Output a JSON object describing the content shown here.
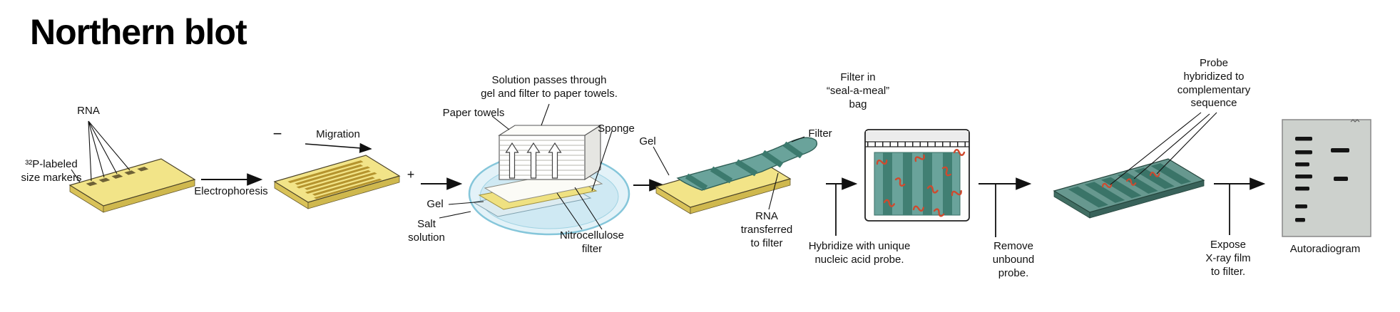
{
  "title": "Northern blot",
  "colors": {
    "gel_yellow": "#f2e488",
    "gel_side": "#d9c258",
    "band_olive": "#b5942e",
    "filter_teal": "#67988f",
    "filter_band": "#3a7468",
    "probe_red": "#cf4a2e",
    "dish_blue": "#cfe9f3",
    "film_gray": "#cdd1cd",
    "band_black": "#141414"
  },
  "sample": {
    "rna": "RNA",
    "markers": "³²P-labeled\nsize markers"
  },
  "electrophoresis": {
    "label": "Electrophoresis",
    "minus": "−",
    "migration": "Migration",
    "plus": "+"
  },
  "blotting": {
    "caption": "Solution passes through\ngel and filter to paper towels.",
    "paper_towels": "Paper towels",
    "sponge": "Sponge",
    "gel": "Gel",
    "salt_solution": "Salt\nsolution",
    "nitrocellulose": "Nitrocellulose\nfilter"
  },
  "transfer": {
    "gel": "Gel",
    "filter": "Filter",
    "note": "RNA\ntransferred\nto filter"
  },
  "hybridization": {
    "step": "Hybridize with unique\nnucleic acid probe.",
    "bag": "Filter in\n“seal-a-meal”\nbag"
  },
  "wash": {
    "step": "Remove\nunbound\nprobe."
  },
  "result": {
    "probe": "Probe\nhybridized to\ncomplementary\nsequence"
  },
  "exposure": {
    "step": "Expose\nX-ray film\nto filter.",
    "autoradiogram": "Autoradiogram"
  }
}
